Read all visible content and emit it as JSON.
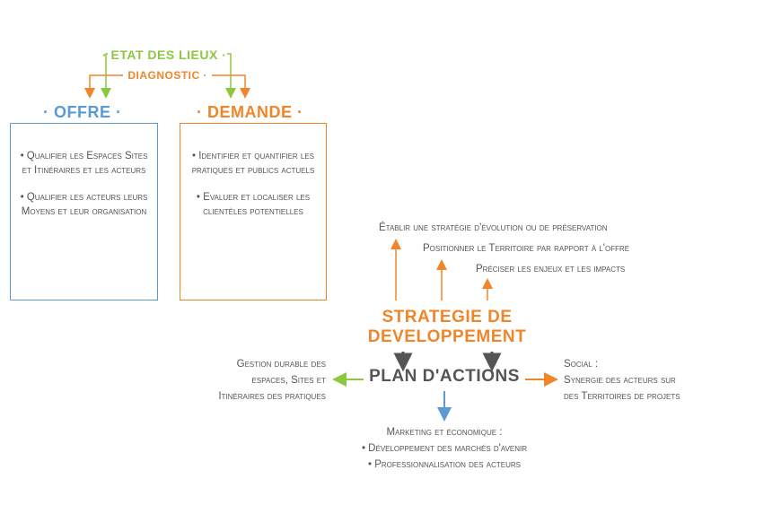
{
  "header": {
    "etat_des_lieux": "· ETAT DES LIEUX ·",
    "diagnostic": "· DIAGNOSTIC ·"
  },
  "offre": {
    "title": "· OFFRE ·",
    "item1": "• Qualifier les Espaces Sites et Itinéraires et les acteurs",
    "item2": "• Qualifier les acteurs leurs Moyens et leur organisation"
  },
  "demande": {
    "title": "· DEMANDE ·",
    "item1": "• Identifier et quantifier les pratiques et publics actuels",
    "item2": "• Evaluer et localiser les clientèles potentielles"
  },
  "strategie": {
    "line1": "STRATEGIE DE",
    "line2": "DEVELOPPEMENT",
    "goal1": "Établir une stratégie d'évolution ou de préservation",
    "goal2": "Positionner le Territoire par rapport à  l'offre",
    "goal3": "Préciser les enjeux et les impacts"
  },
  "plan": {
    "title": "PLAN D'ACTIONS",
    "left_line1": "Gestion durable des",
    "left_line2": "espaces, Sites et",
    "left_line3": "Itinéraires des pratiques",
    "right_line1": "Social :",
    "right_line2": "Synergie des acteurs sur",
    "right_line3": "des Territoires de projets",
    "bottom_line1": "Marketing et économique :",
    "bottom_line2": "• Développement des marchés d'avenir",
    "bottom_line3": "• Professionnalisation des acteurs"
  },
  "colors": {
    "green": "#8dc63f",
    "orange": "#f0862a",
    "blue": "#5b9bd5",
    "dark": "#555555"
  }
}
